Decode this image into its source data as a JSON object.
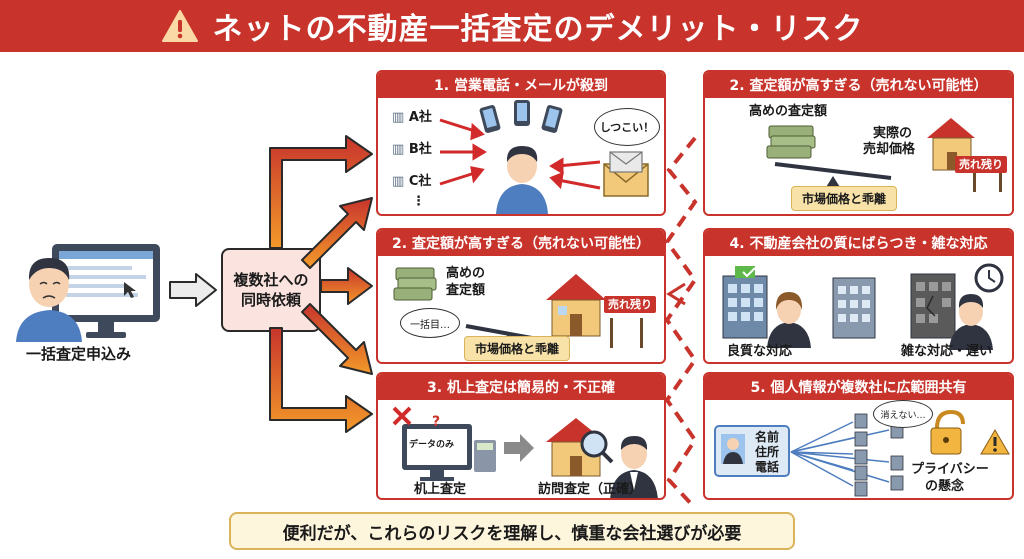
{
  "header": {
    "title": "ネットの不動産一括査定のデメリット・リスク"
  },
  "user": {
    "label": "一括査定申込み"
  },
  "central": {
    "line1": "複数社への",
    "line2": "同時依頼"
  },
  "panels": {
    "calls": {
      "title": "1. 営業電話・メールが殺到",
      "companies": [
        "A社",
        "B社",
        "C社",
        "⋮"
      ],
      "speech": "しつこい！"
    },
    "overprice_left": {
      "title": "2. 査定額が高すぎる（売れない可能性）",
      "high_label_1": "高めの",
      "high_label_2": "査定額",
      "bubble": "一括目…",
      "sign": "売れ残り",
      "tag": "市場価格と乖離"
    },
    "desk": {
      "title": "3. 机上査定は簡易的・不正確",
      "screen_text": "データのみ",
      "question": "?",
      "left_label": "机上査定",
      "right_label": "訪問査定（正確）"
    },
    "overprice_right": {
      "title": "2. 査定額が高すぎる（売れない可能性）",
      "high_label": "高めの査定額",
      "real_label_1": "実際の",
      "real_label_2": "売却価格",
      "sign": "売れ残り",
      "tag": "市場価格と乖離"
    },
    "quality": {
      "title": "4. 不動産会社の質にばらつき・雑な対応",
      "good_label": "良質な対応",
      "bad_label": "雑な対応・遅い"
    },
    "privacy": {
      "title": "5. 個人情報が複数社に広範囲共有",
      "card_lines": [
        "名前",
        "住所",
        "電話"
      ],
      "bubble": "消えない…",
      "label_1": "プライバシー",
      "label_2": "の懸念"
    }
  },
  "footer": {
    "text": "便利だが、これらのリスクを理解し、慎重な会社選びが必要"
  },
  "colors": {
    "accent": "#c8342c",
    "tag": "#f8e2a8",
    "arrow_top": "#c8342c",
    "arrow_bottom": "#f39a2a"
  }
}
